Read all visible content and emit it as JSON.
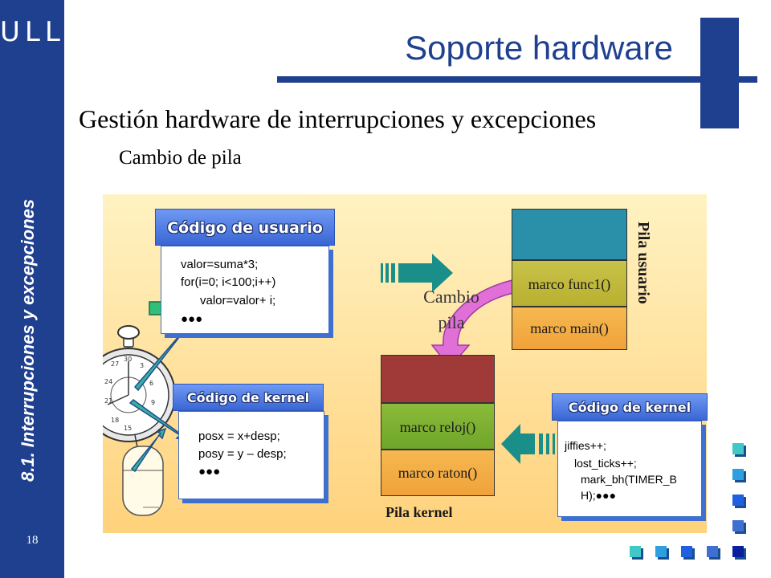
{
  "sidebar": {
    "logo": "ULL",
    "vertical_title": "8.1. Interrupciones y excepciones",
    "page_number": "18"
  },
  "slide": {
    "title": "Soporte hardware",
    "heading": "Gestión hardware de interrupciones y excepciones",
    "subheading": "Cambio de pila"
  },
  "diagram": {
    "user_code": {
      "header": "Código de usuario",
      "lines": [
        "valor=suma*3;",
        "for(i=0; i<100;i++)",
        "valor=valor+ i;",
        "●●●"
      ]
    },
    "kernel_code_left": {
      "header": "Código de kernel",
      "lines": [
        "posx = x+desp;",
        "posy = y – desp;",
        "●●●"
      ]
    },
    "kernel_code_right": {
      "header": "Código de kernel",
      "lines": [
        "jiffies++;",
        "lost_ticks++;",
        "mark_bh(TIMER_B",
        "H);●●●"
      ]
    },
    "user_stack": {
      "label": "Pila usuario",
      "frames": [
        "marco func1()",
        "marco main()"
      ]
    },
    "kernel_stack": {
      "label": "Pila kernel",
      "frames": [
        "marco reloj()",
        "marco raton()"
      ]
    },
    "stack_switch_label": [
      "Cambio",
      "pila"
    ],
    "clock_numbers": [
      "30",
      "3",
      "6",
      "9",
      "27",
      "24",
      "21",
      "18",
      "15"
    ]
  },
  "colors": {
    "sidebar": "#1f3f8f",
    "title": "#1f3f8f",
    "header_blue": "#3a66d4",
    "frame_olive": "#c8c24a",
    "frame_orange": "#f0a23a",
    "stack_top_teal": "#2a8fa8",
    "stack_top_red": "#a03a38",
    "arrow_magenta": "#e070d8"
  }
}
